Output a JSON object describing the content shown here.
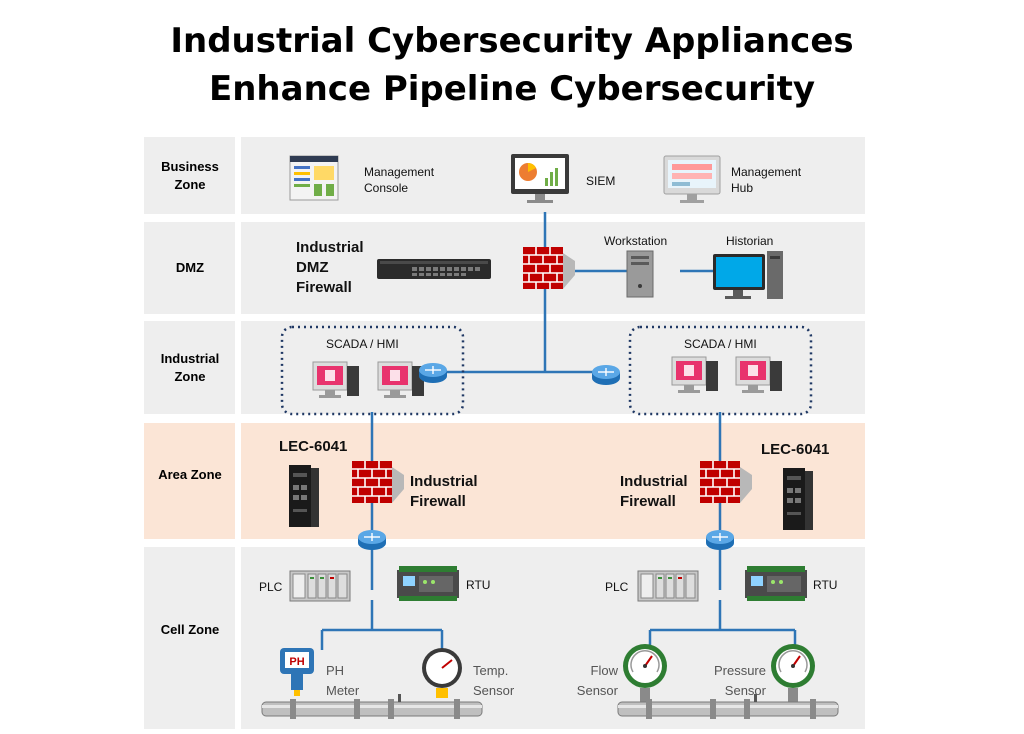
{
  "title": {
    "line1": "Industrial Cybersecurity Appliances",
    "line2": "Enhance Pipeline Cybersecurity"
  },
  "zones": {
    "business": "Business Zone",
    "dmz": "DMZ",
    "industrial": "Industrial Zone",
    "area": "Area Zone",
    "cell": "Cell Zone"
  },
  "business": {
    "management_console": "Management Console",
    "siem": "SIEM",
    "management_hub": "Management Hub"
  },
  "dmz": {
    "firewall_label": "Industrial DMZ Firewall",
    "workstation": "Workstation",
    "historian": "Historian"
  },
  "industrial": {
    "scada_left": "SCADA / HMI",
    "scada_right": "SCADA / HMI"
  },
  "area": {
    "device_left": "LEC-6041",
    "device_right": "LEC-6041",
    "firewall_left": "Industrial Firewall",
    "firewall_right": "Industrial Firewall"
  },
  "cell": {
    "plc_left": "PLC",
    "rtu_left": "RTU",
    "plc_right": "PLC",
    "rtu_right": "RTU",
    "ph_meter": "PH Meter",
    "temp_sensor": "Temp. Sensor",
    "flow_sensor": "Flow Sensor",
    "pressure_sensor": "Pressure Sensor"
  },
  "colors": {
    "band": "#eeeeee",
    "area_band": "#fbe5d6",
    "link": "#2e75b6",
    "firewall": "#c00000",
    "scada_border": "#1f3864",
    "hmi_accent": "#e8336d",
    "monitor_blue": "#00a8e8"
  },
  "icons": [
    "management-console-icon",
    "siem-icon",
    "management-hub-icon",
    "dmz-switch-icon",
    "firewall-icon",
    "workstation-icon",
    "historian-icon",
    "router-icon",
    "hmi-icon",
    "lec-6041-icon",
    "plc-icon",
    "rtu-icon",
    "ph-meter-icon",
    "temp-sensor-icon",
    "flow-sensor-icon",
    "pressure-sensor-icon",
    "pipeline-icon"
  ]
}
